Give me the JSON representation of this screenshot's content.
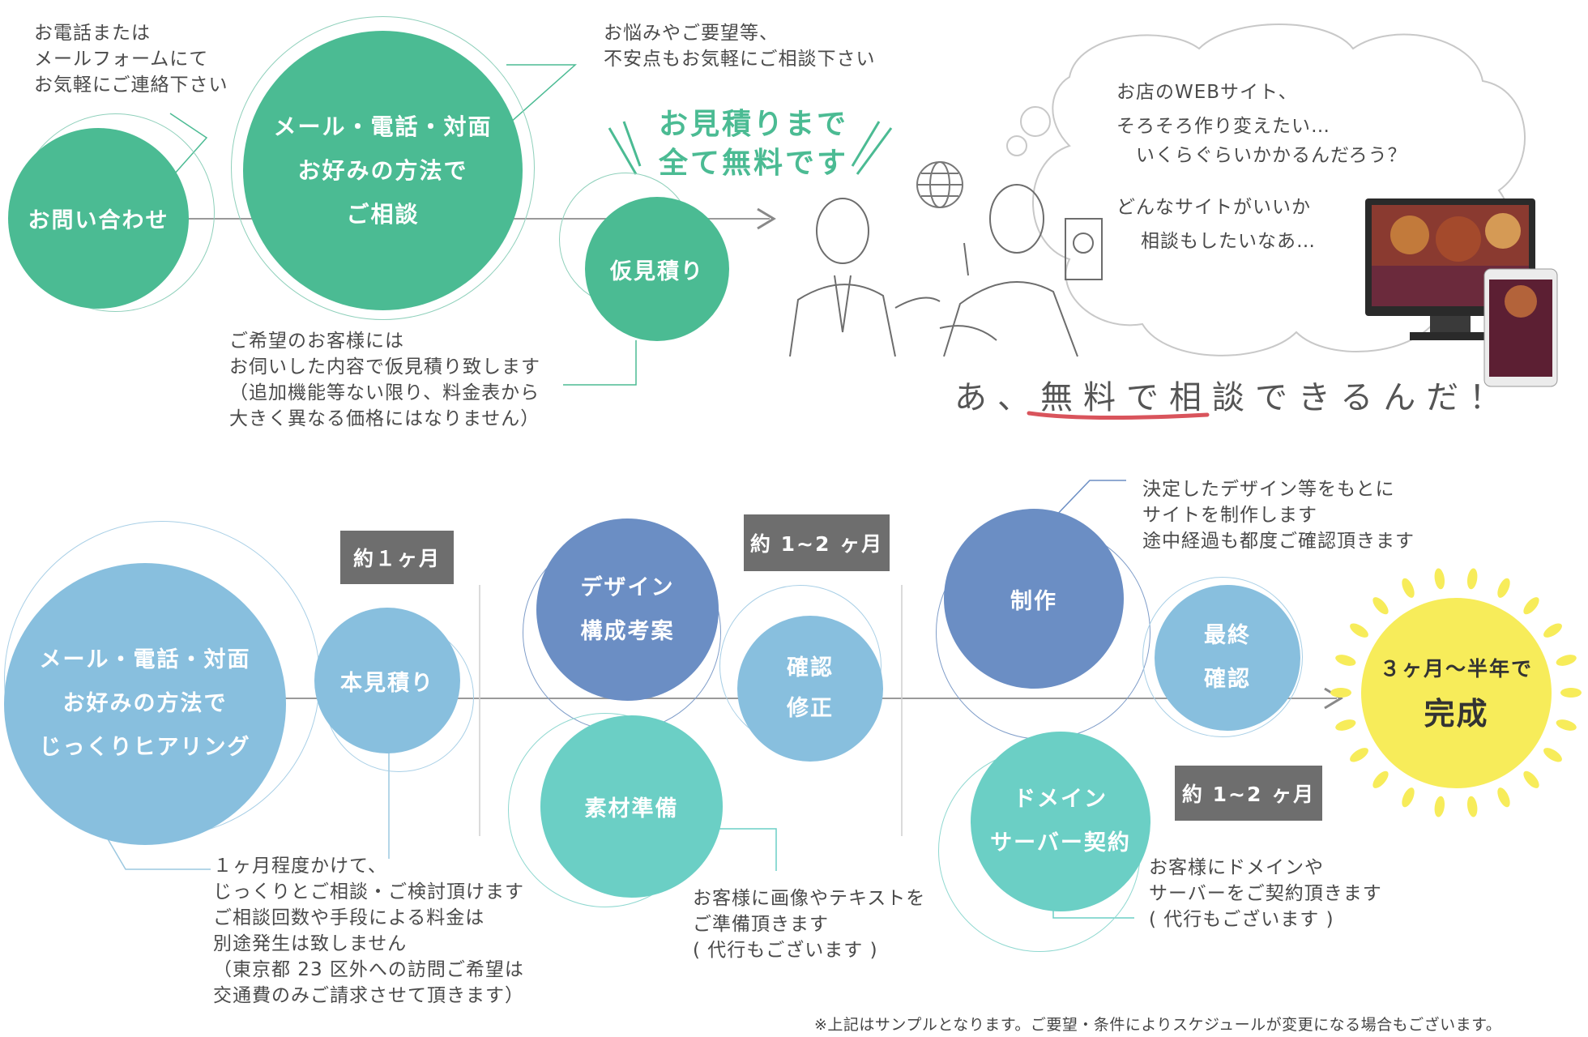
{
  "top": {
    "contact_note": "お電話または\nメールフォームにて\nお気軽にご連絡下さい",
    "concern_note": "お悩みやご要望等、\n不安点もお気軽にご相談下さい",
    "step_inquiry": "お問い合わせ",
    "step_consult": "メール・電話・対面\nお好みの方法で\nご相談",
    "step_estimate": "仮見積り",
    "free_headline": "お見積りまで\n全て無料です",
    "estimate_note": "ご希望のお客様には\nお伺いした内容で仮見積り致します\n（追加機能等ない限り、料金表から\n大きく異なる価格にはなりません）",
    "thought_1": "お店のWEBサイト、\nそろそろ作り変えたい…",
    "thought_2": "いくらぐらいかかるんだろう？",
    "thought_3": "どんなサイトがいいか",
    "thought_4": "相談もしたいなあ…",
    "tagline": "あ、無料で相談できるんだ！"
  },
  "bottom": {
    "step_hearing": "メール・電話・対面\nお好みの方法で\nじっくりヒアリング",
    "step_main_estimate": "本見積り",
    "period_1": "約１ヶ月",
    "hearing_note": "１ヶ月程度かけて、\nじっくりとご相談・ご検討頂けます\nご相談回数や手段による料金は\n別途発生は致しません\n（東京都 23 区外への訪問ご希望は\n交通費のみご請求させて頂きます）",
    "step_design": "デザイン\n構成考案",
    "step_material": "素材準備",
    "step_check": "確認\n修正",
    "period_2": "約 1~2 ヶ月",
    "material_note": "お客様に画像やテキストを\nご準備頂きます\n( 代行もございます )",
    "step_build": "制作",
    "build_note": "決定したデザイン等をもとに\nサイトを制作します\n途中経過も都度ご確認頂きます",
    "step_final": "最終\n確認",
    "step_domain": "ドメイン\nサーバー契約",
    "period_3": "約 1~2 ヶ月",
    "domain_note": "お客様にドメインや\nサーバーをご契約頂きます\n( 代行もございます )",
    "complete_sub": "３ヶ月～半年で",
    "complete_main": "完成",
    "footnote": "※上記はサンプルとなります。ご要望・条件によりスケジュールが変更になる場合もございます。"
  },
  "colors": {
    "green": "#4bbb93",
    "green_light": "#8fd0bb",
    "blue_light": "#88bfde",
    "blue_dark": "#6b8ec4",
    "teal": "#6bcfc5",
    "yellow": "#f7ec5a",
    "badge_gray": "#6e6e6e",
    "red_underline": "#d9545c"
  }
}
